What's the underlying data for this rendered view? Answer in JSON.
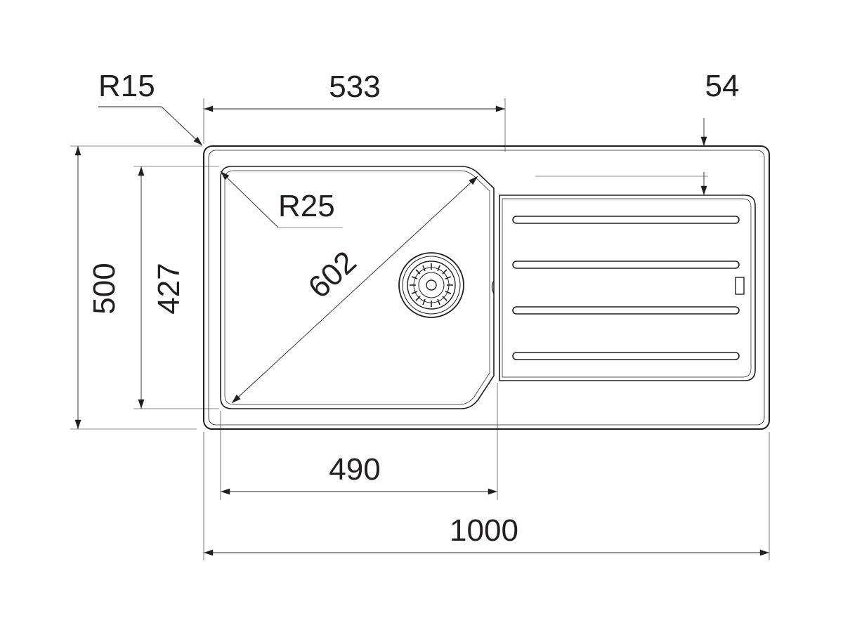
{
  "drawing": {
    "stroke_color": "#231f20",
    "background": "#ffffff"
  },
  "dimensions": {
    "corner_radius_outer": "R15",
    "bowl_width_top": "533",
    "drainer_offset": "54",
    "bowl_corner_radius": "R25",
    "bowl_diagonal": "602",
    "overall_depth": "500",
    "bowl_depth": "427",
    "bowl_width_bottom": "490",
    "overall_width": "1000"
  }
}
